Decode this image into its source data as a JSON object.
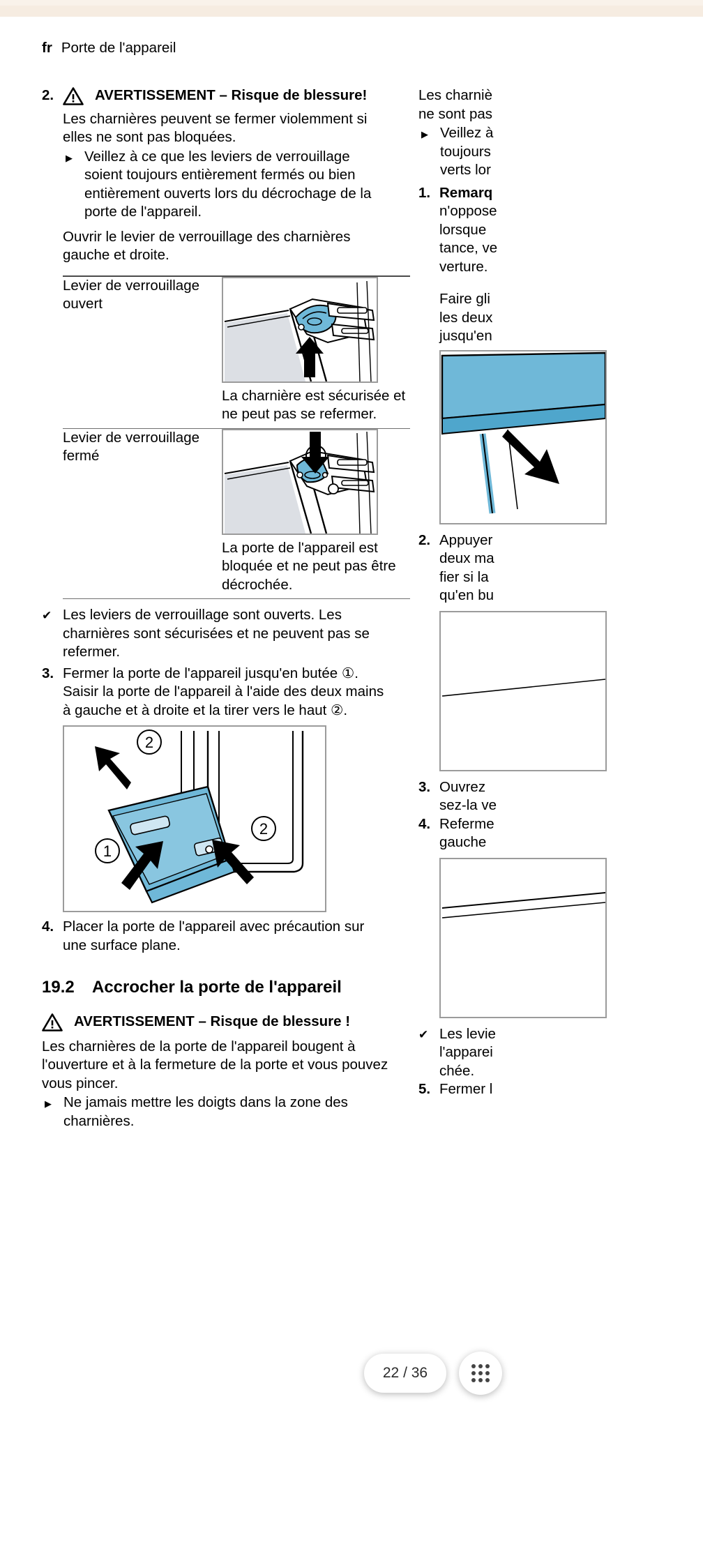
{
  "document": {
    "language_tag": "fr",
    "running_head": "Porte de l'appareil",
    "page_indicator": "22 / 36"
  },
  "left_column": {
    "step2": {
      "number": "2.",
      "warning_heading": "AVERTISSEMENT – Risque de blessure!",
      "warning_body": "Les charnières peuvent se fermer violemment si elles ne sont pas bloquées.",
      "bullet": "Veillez à ce que les leviers de verrouillage soient toujours entièrement fermés ou bien entièrement ouverts lors du décrochage de la porte de l'appareil.",
      "instruction": "Ouvrir le levier de verrouillage des charnières gauche et droite."
    },
    "table": {
      "rows": [
        {
          "label": "Levier de verrouillage ouvert",
          "figure_name": "hinge-lever-open-illustration",
          "caption": "La charnière est sécurisée et ne peut pas se refermer."
        },
        {
          "label": "Levier de verrouillage fermé",
          "figure_name": "hinge-lever-closed-illustration",
          "caption": "La porte de l'appareil est bloquée et ne peut pas être décrochée."
        }
      ]
    },
    "result_check": "Les leviers de verrouillage sont ouverts. Les charnières sont sécurisées et ne peuvent pas se refermer.",
    "step3": {
      "number": "3.",
      "text_part1": "Fermer la porte de l'appareil jusqu'en butée ",
      "marker1": "①",
      "text_part2": ". Saisir la porte de l'appareil à l'aide des deux mains à gauche et à droite et la tirer vers le haut ",
      "marker2": "②",
      "text_part3": "."
    },
    "figure_door_removal": {
      "name": "door-removal-illustration",
      "markers": [
        "②",
        "②",
        "①"
      ]
    },
    "step4": {
      "number": "4.",
      "text": "Placer la porte de l'appareil avec précaution sur une surface plane."
    },
    "section": {
      "number": "19.2",
      "title": "Accrocher la porte de l'appareil"
    },
    "warning2": {
      "heading": "AVERTISSEMENT – Risque de blessure !",
      "body": "Les charnières de la porte de l'appareil bougent à l'ouverture et à la fermeture de la porte et vous pouvez vous pincer.",
      "bullet": "Ne jamais mettre les doigts dans la zone des charnières."
    }
  },
  "right_column": {
    "intro_line1": "Les charniè",
    "intro_line2": "ne sont pas",
    "bullet_line1": "Veillez à",
    "bullet_line2": "toujours",
    "bullet_line3": "verts lor",
    "step1": {
      "number": "1.",
      "heading": "Remarq",
      "line1": "n'oppose",
      "line2": "lorsque",
      "line3": "tance, ve",
      "line4": "verture."
    },
    "slide_text_line1": "Faire gli",
    "slide_text_line2": "les deux",
    "slide_text_line3": "jusqu'en",
    "step2": {
      "number": "2.",
      "line1": "Appuyer",
      "line2": "deux ma",
      "line3": "fier si la",
      "line4": "qu'en bu"
    },
    "step3": {
      "number": "3.",
      "line1": "Ouvrez",
      "line2": "sez-la ve"
    },
    "step4": {
      "number": "4.",
      "line1": "Referme",
      "line2": "gauche"
    },
    "result_check": {
      "line1": "Les levie",
      "line2": "l'apparei",
      "line3": "chée."
    },
    "step5": {
      "number": "5.",
      "line1": "Fermer l"
    }
  },
  "icons": {
    "warning_triangle": "warning-triangle-icon",
    "bullet_triangle": "triangle-bullet-icon",
    "checkmark": "checkmark-icon",
    "grid_menu": "grid-menu-icon"
  },
  "colors": {
    "illustration_blue": "#6fb8d8",
    "illustration_grey": "#dcdfe4",
    "frame_grey": "#9b9b9b",
    "rule_grey": "#4a4a4a",
    "chrome_cream": "#f6ece1"
  }
}
